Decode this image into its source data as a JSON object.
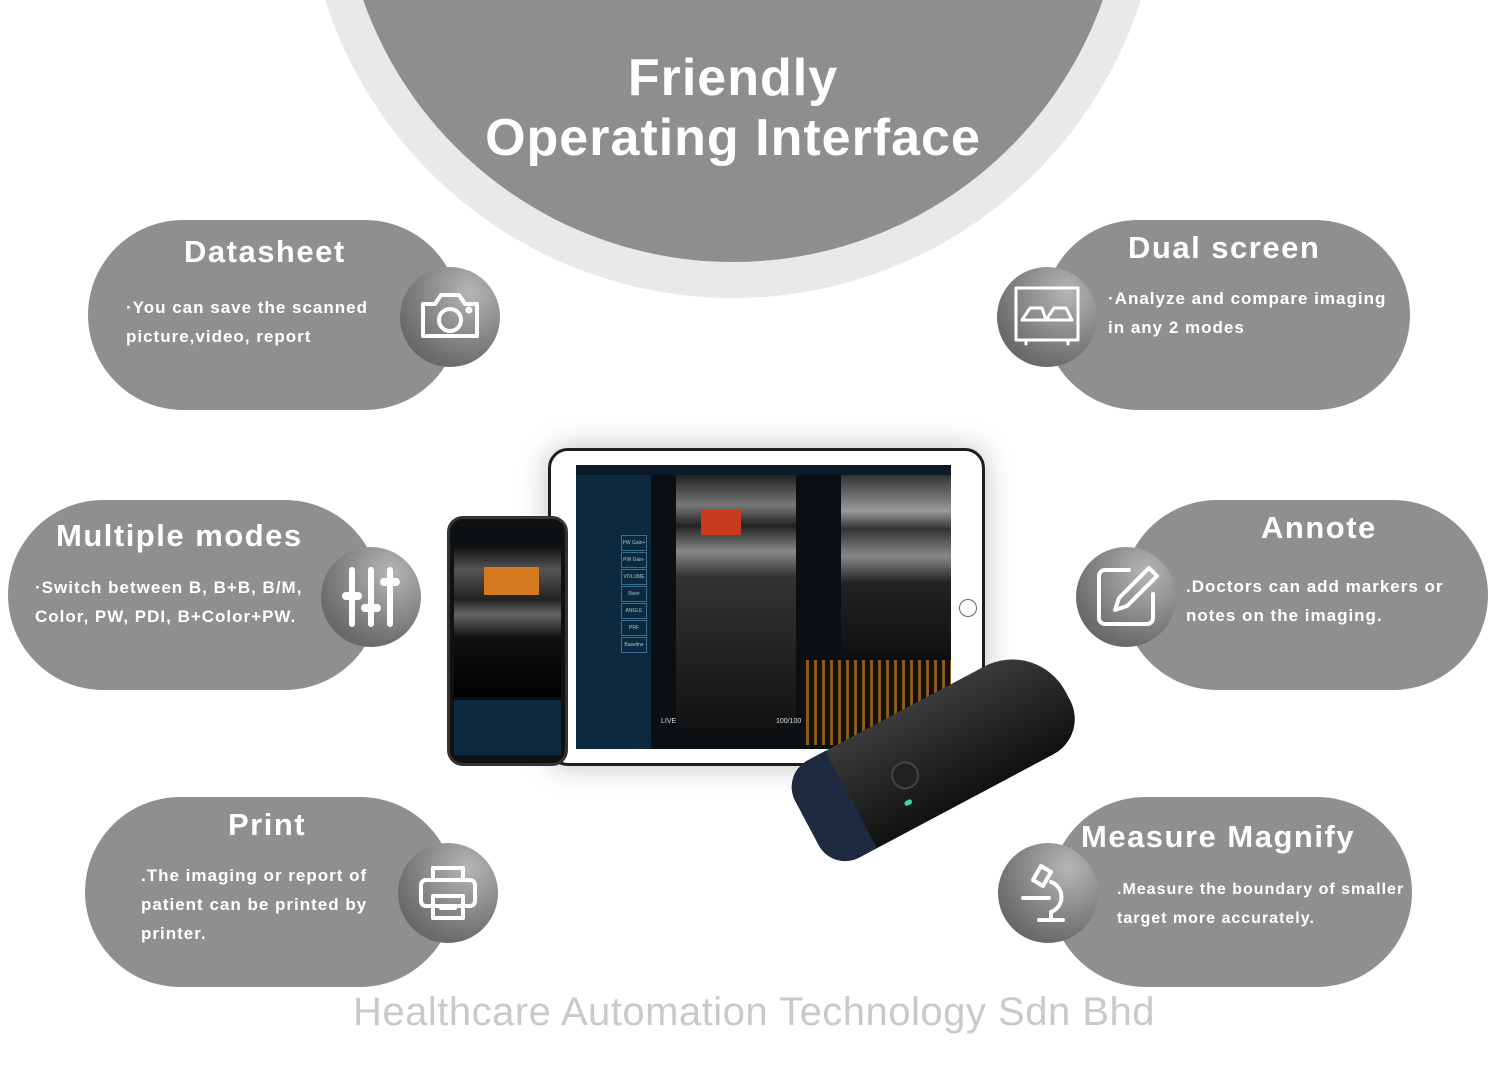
{
  "hero": {
    "line1": "Friendly",
    "line2": "Operating Interface"
  },
  "features": [
    {
      "title": "Datasheet",
      "text": "·You can save the scanned picture,video, report",
      "icon": "camera-icon"
    },
    {
      "title": "Multiple modes",
      "text": "·Switch between B, B+B, B/M, Color, PW, PDI, B+Color+PW.",
      "icon": "sliders-icon"
    },
    {
      "title": "Print",
      "text": ".The imaging or report of patient can be printed by printer.",
      "icon": "printer-icon"
    },
    {
      "title": "Dual screen",
      "text": "·Analyze and compare imaging in any 2 modes",
      "icon": "dual-screen-icon"
    },
    {
      "title": "Annote",
      "text": ".Doctors can add markers or notes on the imaging.",
      "icon": "edit-icon"
    },
    {
      "title": "Measure Magnify",
      "text": ".Measure the boundary of smaller target more accurately.",
      "icon": "microscope-icon"
    }
  ],
  "device": {
    "buttons": [
      "PW Gain+",
      "PW Gain-",
      "VOLUME",
      "Steer",
      "ANGLE",
      "PRF",
      "Baseline"
    ],
    "live": "LIVE",
    "frames": "100/100"
  },
  "footer": "Healthcare Automation Technology Sdn Bhd"
}
